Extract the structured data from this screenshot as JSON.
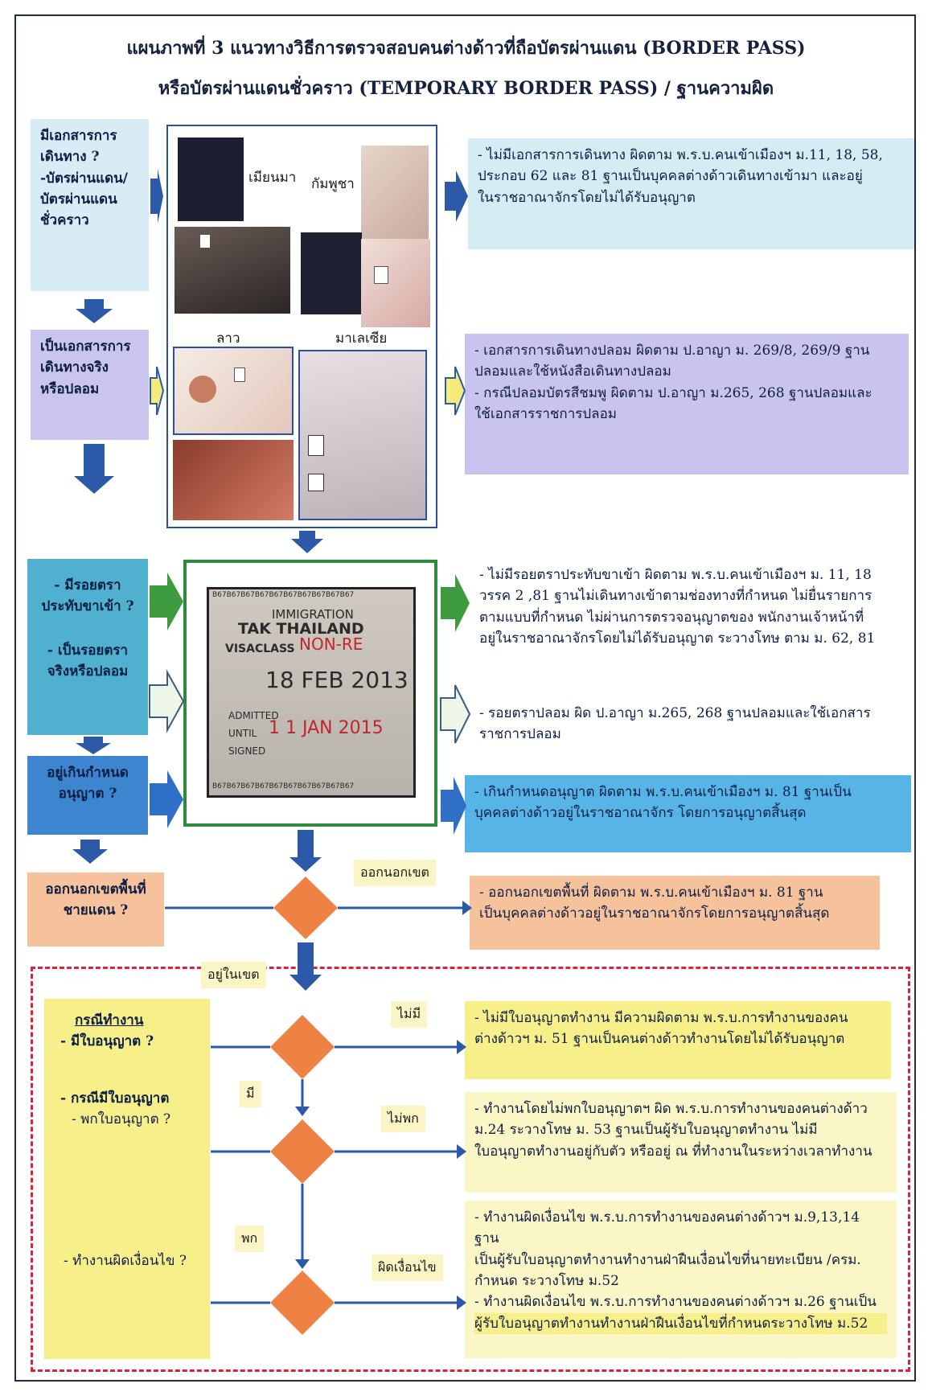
{
  "title": {
    "line1": "แผนภาพที่ 3 แนวทางวิธีการตรวจสอบคนต่างด้าวที่ถือบัตรผ่านแดน (BORDER PASS)",
    "line2": "หรือบัตรผ่านแดนชั่วคราว (TEMPORARY BORDER PASS) / ฐานความผิด"
  },
  "questions": {
    "q1": [
      "มีเอกสารการ",
      "เดินทาง ?",
      "-บัตรผ่านแดน/",
      "บัตรผ่านแดน",
      "ชั่วคราว"
    ],
    "q2": [
      "เป็นเอกสารการ",
      "เดินทางจริง",
      "หรือปลอม"
    ],
    "q3": [
      "- มีรอยตรา",
      "ประทับขาเข้า ?"
    ],
    "q4": [
      "- เป็นรอยตรา",
      "จริงหรือปลอม"
    ],
    "q5": [
      "อยู่เกินกำหนด",
      "อนุญาต ?"
    ],
    "q6": [
      "ออกนอกเขตพื้นที่",
      "ชายแดน ?"
    ]
  },
  "captions": {
    "myanmar": "เมียนมา",
    "cambodia": "กัมพูชา",
    "laos": "ลาว",
    "malaysia": "มาเลเซีย"
  },
  "stamp": {
    "border_digits": "B67B67B67B67B67B67B67B67B67B67",
    "immigration": "IMMIGRATION",
    "office": "TAK THAILAND",
    "visa_class_label": "VISACLASS",
    "visa_class_value": "NON-RE",
    "date": "18 FEB 2013",
    "admitted": "ADMITTED",
    "until": "UNTIL",
    "until_value": "1 1 JAN 2015",
    "signed": "SIGNED"
  },
  "results": {
    "r1": [
      "- ไม่มีเอกสารการเดินทาง ผิดตาม พ.ร.บ.คนเข้าเมืองฯ ม.11, 18, 58,",
      "ประกอบ 62 และ 81 ฐานเป็นบุคคลต่างด้าวเดินทางเข้ามา และอยู่",
      "ในราชอาณาจักรโดยไม่ได้รับอนุญาต"
    ],
    "r2": [
      "- เอกสารการเดินทางปลอม ผิดตาม ป.อาญา ม. 269/8, 269/9 ฐาน",
      "ปลอมและใช้หนังสือเดินทางปลอม",
      "- กรณีปลอมบัตรสีชมพู ผิดตาม ป.อาญา ม.265, 268 ฐานปลอมและ",
      "ใช้เอกสารราชการปลอม"
    ],
    "r3": [
      "- ไม่มีรอยตราประทับขาเข้า ผิดตาม พ.ร.บ.คนเข้าเมืองฯ ม. 11, 18",
      "วรรค 2 ,81 ฐานไม่เดินทางเข้าตามช่องทางที่กำหนด ไม่ยื่นรายการ",
      "ตามแบบที่กำหนด ไม่ผ่านการตรวจอนุญาตของ พนักงานเจ้าหน้าที่",
      "อยู่ในราชอาณาจักรโดยไม่ได้รับอนุญาต ระวางโทษ ตาม ม. 62, 81"
    ],
    "r4": [
      "- รอยตราปลอม ผิด ป.อาญา ม.265, 268 ฐานปลอมและใช้เอกสาร",
      "ราชการปลอม"
    ],
    "r5": [
      "- เกินกำหนดอนุญาต ผิดตาม พ.ร.บ.คนเข้าเมืองฯ ม. 81 ฐานเป็น",
      "บุคคลต่างด้าวอยู่ในราชอาณาจักร โดยการอนุญาตสิ้นสุด"
    ],
    "r6": [
      "- ออกนอกเขตพื้นที่ ผิดตาม พ.ร.บ.คนเข้าเมืองฯ ม. 81 ฐาน",
      "เป็นบุคคลต่างด้าวอยู่ในราชอาณาจักรโดยการอนุญาตสิ้นสุด"
    ],
    "r7": [
      "- ไม่มีใบอนุญาตทำงาน มีความผิดตาม พ.ร.บ.การทำงานของคน",
      "ต่างด้าวฯ ม. 51 ฐานเป็นคนต่างด้าวทำงานโดยไม่ได้รับอนุญาต"
    ],
    "r8": [
      "- ทำงานโดยไม่พกใบอนุญาตฯ ผิด พ.ร.บ.การทำงานของคนต่างด้าว",
      "ม.24 ระวางโทษ ม. 53 ฐานเป็นผู้รับใบอนุญาตทำงาน ไม่มี",
      "ใบอนุญาตทำงานอยู่กับตัว หรืออยู่ ณ ที่ทำงานในระหว่างเวลาทำงาน"
    ],
    "r9": [
      "- ทำงานผิดเงื่อนไข พ.ร.บ.การทำงานของคนต่างด้าวฯ ม.9,13,14 ฐาน",
      "เป็นผู้รับใบอนุญาตทำงานทำงานฝ่าฝืนเงื่อนไขที่นายทะเบียน /ครม.",
      "กำหนด ระวางโทษ ม.52",
      "- ทำงานผิดเงื่อนไข พ.ร.บ.การทำงานของคนต่างด้าวฯ ม.26 ฐานเป็น",
      "ผู้รับใบอนุญาตทำงานทำงานฝ่าฝืนเงื่อนไขที่กำหนดระวางโทษ ม.52"
    ]
  },
  "work": {
    "heading": "กรณีทำงาน",
    "q_permit": "- มีใบอนุญาต ?",
    "q_has_permit": "- กรณีมีใบอนุญาต",
    "q_carry": "- พกใบอนุญาต ?",
    "q_condition": "- ทำงานผิดเงื่อนไข ?"
  },
  "tags": {
    "out_zone": "ออกนอกเขต",
    "in_zone": "อยู่ในเขต",
    "no": "ไม่มี",
    "yes": "มี",
    "not_carry": "ไม่พก",
    "carry": "พก",
    "violate": "ผิดเงื่อนไข"
  },
  "colors": {
    "arrow_blue": "#2c5aa8",
    "arrow_green": "#3d9a3f",
    "diamond": "#ee8244",
    "red_dash": "#d8243a"
  }
}
